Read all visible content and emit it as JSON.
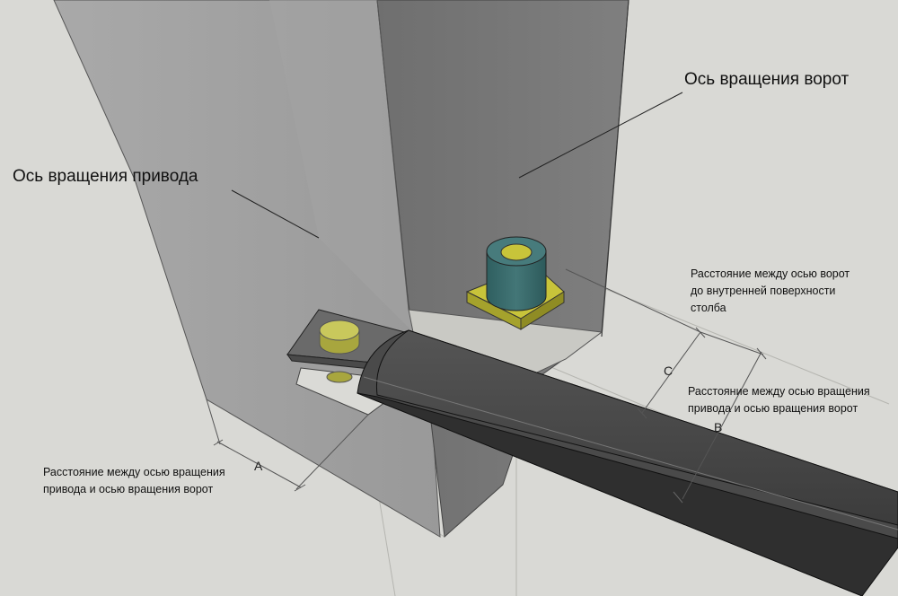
{
  "labels": {
    "gate_axis": "Ось вращения ворот",
    "drive_axis": "Ось вращения привода",
    "dim_a_desc": "Расстояние между осью вращения привода  и осью вращения ворот",
    "dim_b_desc": "Расстояние между осью вращения привода  и осью вращения ворот",
    "dim_c_desc": "Расстояние между осью ворот до внутренней поверхности столба"
  },
  "dimensions": {
    "a": "A",
    "b": "B",
    "c": "C"
  },
  "colors": {
    "background": "#d9d9d5",
    "post_front": "#a2a2a2",
    "post_side": "#7b7b7b",
    "gate_leaf": "#3f3f3f",
    "pivot_cylinder": "#3a6a6c",
    "pivot_plate": "#c8c43a",
    "drive_cylinder": "#c8c85a"
  }
}
